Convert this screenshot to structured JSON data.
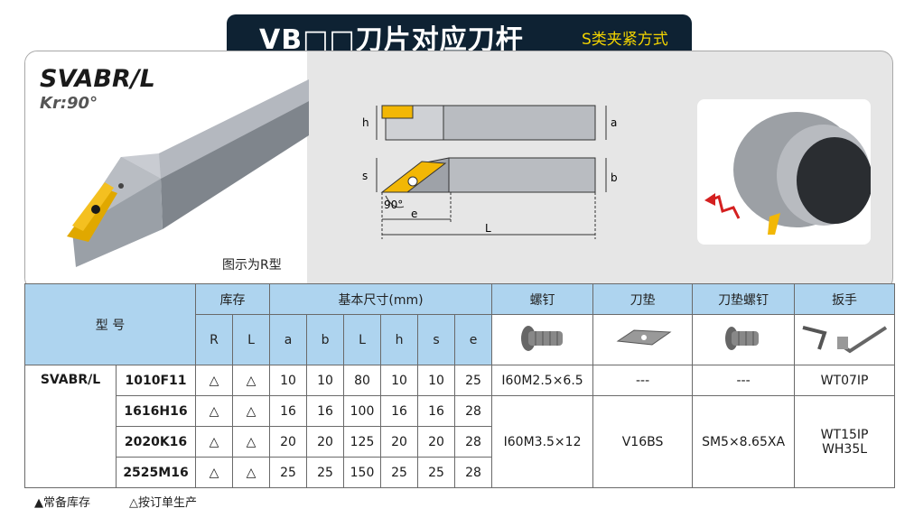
{
  "title": {
    "main": "VB□□刀片对应刀杆",
    "sub": "S类夹紧方式"
  },
  "product": {
    "model": "SVABR/L",
    "kr": "Kr:90°",
    "caption": "图示为R型"
  },
  "diagram": {
    "h": "h",
    "a": "a",
    "s": "s",
    "b": "b",
    "angle": "90°",
    "e": "e",
    "L": "L"
  },
  "colors": {
    "header_bg": "#aed4ef",
    "title_bg": "#0e2233",
    "insert": "#f2b705",
    "sub_text": "#f3d400"
  },
  "table": {
    "type_label": "型 号",
    "stock_label": "库存",
    "dims_label": "基本尺寸(mm)",
    "screw_label": "螺钉",
    "shim_label": "刀垫",
    "shim_screw_label": "刀垫螺钉",
    "wrench_label": "扳手",
    "sub": {
      "R": "R",
      "L": "L",
      "a": "a",
      "b": "b",
      "Ld": "L",
      "h": "h",
      "s": "s",
      "e": "e"
    },
    "family": "SVABR/L",
    "rows": [
      {
        "code": "1010F11",
        "R": "△",
        "L": "△",
        "a": "10",
        "b": "10",
        "Ld": "80",
        "h": "10",
        "s": "10",
        "e": "25"
      },
      {
        "code": "1616H16",
        "R": "△",
        "L": "△",
        "a": "16",
        "b": "16",
        "Ld": "100",
        "h": "16",
        "s": "16",
        "e": "28"
      },
      {
        "code": "2020K16",
        "R": "△",
        "L": "△",
        "a": "20",
        "b": "20",
        "Ld": "125",
        "h": "20",
        "s": "20",
        "e": "28"
      },
      {
        "code": "2525M16",
        "R": "△",
        "L": "△",
        "a": "25",
        "b": "25",
        "Ld": "150",
        "h": "25",
        "s": "25",
        "e": "28"
      }
    ],
    "acc1": {
      "screw": "I60M2.5×6.5",
      "shim": "---",
      "shim_screw": "---",
      "wrench": "WT07IP"
    },
    "acc2": {
      "screw": "I60M3.5×12",
      "shim": "V16BS",
      "shim_screw": "SM5×8.65XA",
      "wrench1": "WT15IP",
      "wrench2": "WH35L"
    }
  },
  "footer": {
    "stock": "▲常备库存",
    "order": "△按订单生产"
  }
}
